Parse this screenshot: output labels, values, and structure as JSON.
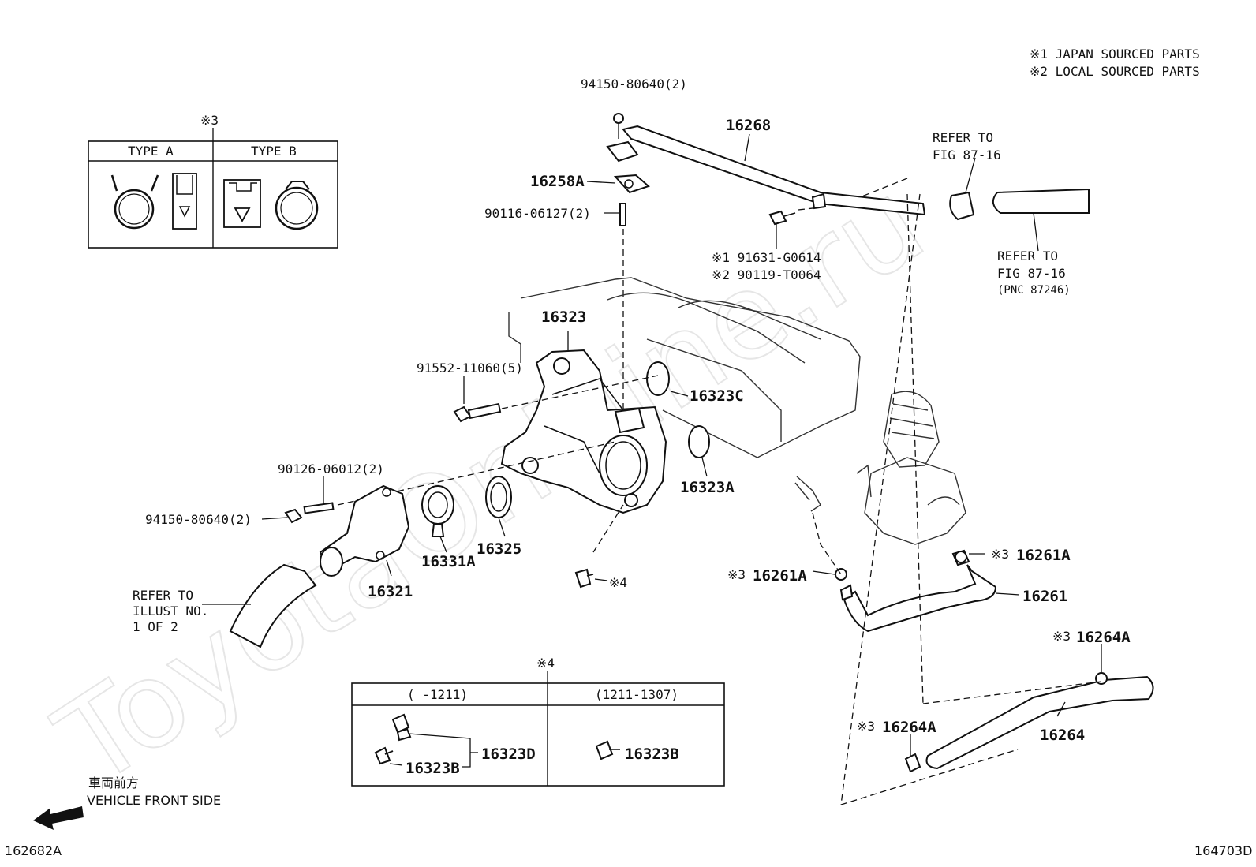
{
  "watermark": "ToyotaOnMine.ru",
  "legend": {
    "line1": "※1 JAPAN SOURCED PARTS",
    "line2": "※2 LOCAL SOURCED PARTS"
  },
  "clip_table": {
    "mark": "※3",
    "type_a": "TYPE A",
    "type_b": "TYPE B"
  },
  "date_table": {
    "mark": "※4",
    "col1": "(    -1211)",
    "col2": "(1211-1307)",
    "c1_outer": "16323D",
    "c1_inner": "16323B",
    "c2_part": "16323B"
  },
  "parts": {
    "p94150_top": "94150-80640(2)",
    "p16268": "16268",
    "p16258A": "16258A",
    "p90116": "90116-06127(2)",
    "p191631": "※1 91631-G0614",
    "p290119": "※2 90119-T0064",
    "p16323": "16323",
    "p91552": "91552-11060(5)",
    "p16323C": "16323C",
    "p16323A": "16323A",
    "p90126": "90126-06012(2)",
    "p94150_left": "94150-80640(2)",
    "p16331A": "16331A",
    "p16325": "16325",
    "p16321": "16321",
    "p_x4": "※4",
    "p16261A_left": "16261A",
    "p16261A_right": "16261A",
    "p16261": "16261",
    "p16264A_right": "16264A",
    "p16264A_left": "16264A",
    "p16264": "16264",
    "x3": "※3"
  },
  "refs": {
    "ref1_l1": "REFER TO",
    "ref1_l2": "FIG 87-16",
    "ref2_l1": "REFER TO",
    "ref2_l2": "FIG 87-16",
    "ref2_l3": "(PNC 87246)",
    "ref3_l1": "REFER TO",
    "ref3_l2": "ILLUST NO.",
    "ref3_l3": "1 OF 2"
  },
  "direction": {
    "jp": "車両前方",
    "en": "VEHICLE FRONT SIDE"
  },
  "codes": {
    "left": "162682A",
    "right": "164703D"
  }
}
